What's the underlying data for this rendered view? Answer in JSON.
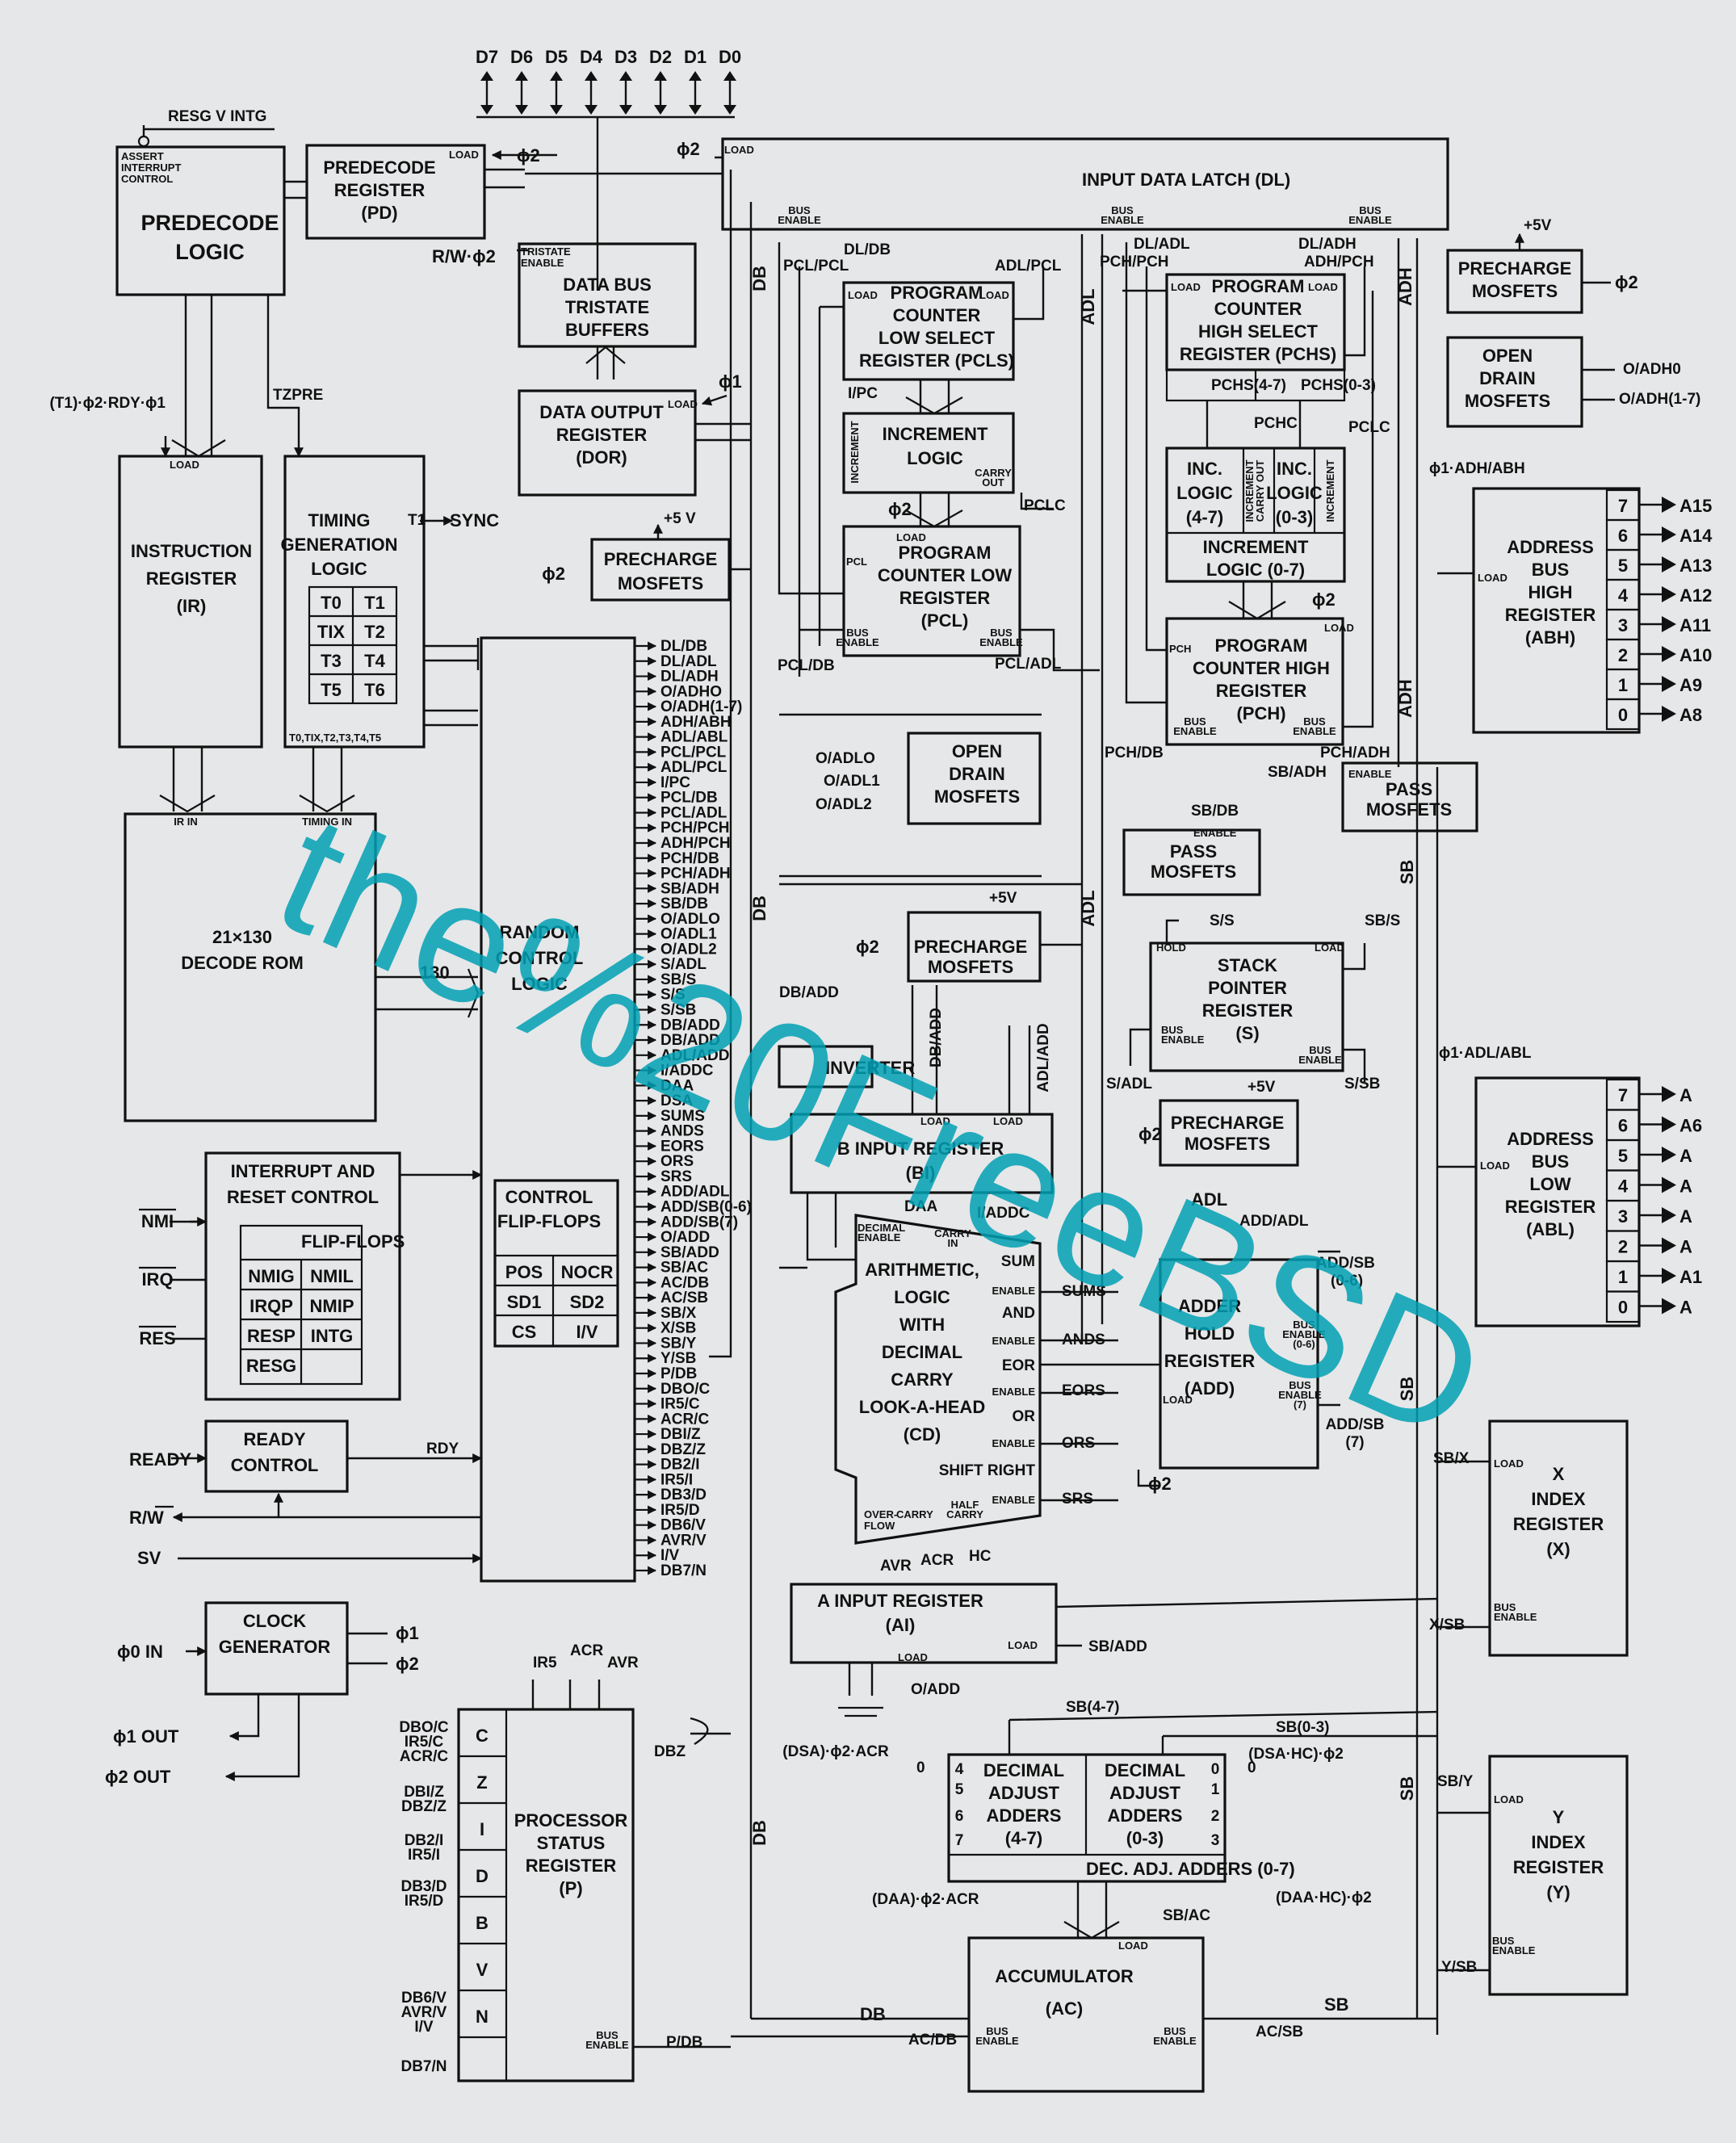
{
  "data_bus": {
    "pins": [
      "D7",
      "D6",
      "D5",
      "D4",
      "D3",
      "D2",
      "D1",
      "D0"
    ]
  },
  "top_inputs": {
    "resg": "RESG V INTG",
    "assert": [
      "ASSERT",
      "INTERRUPT",
      "CONTROL"
    ]
  },
  "blocks": {
    "predecode_logic": [
      "PREDECODE",
      "LOGIC"
    ],
    "predecode_register": [
      "PREDECODE",
      "REGISTER",
      "(PD)"
    ],
    "input_data_latch": "INPUT DATA LATCH (DL)",
    "data_bus_tristate": [
      "DATA BUS",
      "TRISTATE",
      "BUFFERS"
    ],
    "data_output_register": [
      "DATA OUTPUT",
      "REGISTER",
      "(DOR)"
    ],
    "instruction_register": [
      "INSTRUCTION",
      "REGISTER",
      "(IR)"
    ],
    "timing_generation": [
      "TIMING",
      "GENERATION",
      "LOGIC"
    ],
    "timing_cells": [
      "T0",
      "T1",
      "TIX",
      "T2",
      "T3",
      "T4",
      "T5",
      "T6"
    ],
    "timing_bottom": "T0,TIX,T2,T3,T4,T5",
    "decode_rom": [
      "21×130",
      "DECODE ROM"
    ],
    "random_control": [
      "RANDOM",
      "CONTROL",
      "LOGIC"
    ],
    "control_flipflops": [
      "CONTROL",
      "FLIP-FLOPS"
    ],
    "cff_cells": [
      "POS",
      "NOCR",
      "SD1",
      "SD2",
      "CS",
      "I/V"
    ],
    "interrupt_reset": [
      "INTERRUPT AND",
      "RESET CONTROL"
    ],
    "ir_flipflops": "FLIP-FLOPS",
    "ir_cells": [
      "NMIG",
      "NMIL",
      "IRQP",
      "NMIP",
      "RESP",
      "INTG",
      "RESG"
    ],
    "ready_control": [
      "READY",
      "CONTROL"
    ],
    "clock_generator": [
      "CLOCK",
      "GENERATOR"
    ],
    "processor_status": [
      "PROCESSOR",
      "STATUS",
      "REGISTER",
      "(P)"
    ],
    "status_bits": [
      "C",
      "Z",
      "I",
      "D",
      "B",
      "V",
      "N"
    ],
    "precharge_mosfets": [
      "PRECHARGE",
      "MOSFETS"
    ],
    "open_drain_mosfets": [
      "OPEN",
      "DRAIN",
      "MOSFETS"
    ],
    "pass_mosfets": [
      "PASS",
      "MOSFETS"
    ],
    "pcls": [
      "PROGRAM",
      "COUNTER",
      "LOW SELECT",
      "REGISTER (PCLS)"
    ],
    "increment_logic": [
      "INCREMENT",
      "LOGIC"
    ],
    "pcl": [
      "PROGRAM",
      "COUNTER LOW",
      "REGISTER",
      "(PCL)"
    ],
    "pchs": [
      "PROGRAM",
      "COUNTER",
      "HIGH SELECT",
      "REGISTER (PCHS)"
    ],
    "pchs_split": [
      "PCHS(4-7)",
      "PCHS(0-3)"
    ],
    "inc_47": [
      "INC.",
      "LOGIC",
      "(4-7)"
    ],
    "inc_03": [
      "INC.",
      "LOGIC",
      "(0-3)"
    ],
    "inc_07": [
      "INCREMENT",
      "LOGIC (0-7)"
    ],
    "pch": [
      "PROGRAM",
      "COUNTER HIGH",
      "REGISTER",
      "(PCH)"
    ],
    "stack_pointer": [
      "STACK",
      "POINTER",
      "REGISTER",
      "(S)"
    ],
    "b_input": [
      "B INPUT REGISTER",
      "(BI)"
    ],
    "inverter": "INVERTER",
    "alu": [
      "ARITHMETIC,",
      "LOGIC",
      "WITH",
      "DECIMAL",
      "CARRY",
      "LOOK-A-HEAD",
      "(CD)"
    ],
    "alu_ops": [
      "SUM",
      "AND",
      "EOR",
      "OR",
      "SHIFT RIGHT"
    ],
    "adder_hold": [
      "ADDER",
      "HOLD",
      "REGISTER",
      "(ADD)"
    ],
    "a_input": [
      "A INPUT REGISTER",
      "(AI)"
    ],
    "dec_adj_47": [
      "DECIMAL",
      "ADJUST",
      "ADDERS",
      "(4-7)"
    ],
    "dec_adj_03": [
      "DECIMAL",
      "ADJUST",
      "ADDERS",
      "(0-3)"
    ],
    "dec_adj_07": "DEC. ADJ. ADDERS (0-7)",
    "accumulator": [
      "ACCUMULATOR",
      "(AC)"
    ],
    "abh": [
      "ADDRESS",
      "BUS",
      "HIGH",
      "REGISTER",
      "(ABH)"
    ],
    "abl": [
      "ADDRESS",
      "BUS",
      "LOW",
      "REGISTER",
      "(ABL)"
    ],
    "x_index": [
      "X",
      "INDEX",
      "REGISTER",
      "(X)"
    ],
    "y_index": [
      "Y",
      "INDEX",
      "REGISTER",
      "(Y)"
    ]
  },
  "abh_pins": {
    "bits": [
      "7",
      "6",
      "5",
      "4",
      "3",
      "2",
      "1",
      "0"
    ],
    "outs": [
      "A15",
      "A14",
      "A13",
      "A12",
      "A11",
      "A10",
      "A9",
      "A8"
    ]
  },
  "abl_pins": {
    "bits": [
      "7",
      "6",
      "5",
      "4",
      "3",
      "2",
      "1",
      "0"
    ],
    "outs": [
      "A",
      "A6",
      "A",
      "A",
      "A",
      "A",
      "A1",
      "A"
    ]
  },
  "control_signals": [
    "DL/DB",
    "DL/ADL",
    "DL/ADH",
    "O/ADHO",
    "O/ADH(1-7)",
    "ADH/ABH",
    "ADL/ABL",
    "PCL/PCL",
    "ADL/PCL",
    "I/PC",
    "PCL/DB",
    "PCL/ADL",
    "PCH/PCH",
    "ADH/PCH",
    "PCH/DB",
    "PCH/ADH",
    "SB/ADH",
    "SB/DB",
    "O/ADLO",
    "O/ADL1",
    "O/ADL2",
    "S/ADL",
    "SB/S",
    "S/S",
    "S/SB",
    "DB/ADD",
    "DB/ADD",
    "ADL/ADD",
    "I/ADDC",
    "DAA",
    "DSA",
    "SUMS",
    "ANDS",
    "EORS",
    "ORS",
    "SRS",
    "ADD/ADL",
    "ADD/SB(0-6)",
    "ADD/SB(7)",
    "O/ADD",
    "SB/ADD",
    "SB/AC",
    "AC/DB",
    "AC/SB",
    "SB/X",
    "X/SB",
    "SB/Y",
    "Y/SB",
    "P/DB",
    "DBO/C",
    "IR5/C",
    "ACR/C",
    "DBI/Z",
    "DBZ/Z",
    "DB2/I",
    "IR5/I",
    "DB3/D",
    "IR5/D",
    "DB6/V",
    "AVR/V",
    "I/V",
    "DB7/N"
  ],
  "pins_left": {
    "nmi": "NMI",
    "irq": "IRQ",
    "res": "RES",
    "ready": "READY",
    "rw": "R/W",
    "sv": "SV",
    "phi0_in": "ϕ0 IN",
    "phi1_out": "ϕ1 OUT",
    "phi2_out": "ϕ2 OUT"
  },
  "labels": {
    "load": "LOAD",
    "bus_enable": "BUS ENABLE",
    "phi1": "ϕ1",
    "phi2": "ϕ2",
    "plus5v": "+5V",
    "plus5v_spaced": "+5 V",
    "rw_phi2": "R/W·ϕ2",
    "tristate_enable": [
      "TRISTATE",
      "ENABLE"
    ],
    "t1_rdy": "(T1)·ϕ2·RDY·ϕ1",
    "tzpre": "TZPRE",
    "sync": "SYNC",
    "t1": "T1",
    "ir_in": "IR IN",
    "timing_in": "TIMING IN",
    "n130": "130",
    "rdy": "RDY",
    "db": "DB",
    "adl": "ADL",
    "adh": "ADH",
    "sb": "SB",
    "o_adh0": "O/ADH0",
    "o_adh17": "O/ADH(1-7)",
    "phi1_adh_abh": "ϕ1·ADH/ABH",
    "phi1_adl_abl": "ϕ1·ADL/ABL",
    "pchc": "PCHC",
    "pclc": "PCLC",
    "carry_out": [
      "CARRY",
      "OUT"
    ],
    "increment_v": "INCREMENT",
    "incr_carry_out": [
      "INCREMENT",
      "CARRY OUT"
    ],
    "decimal_enable": [
      "DECIMAL",
      "ENABLE"
    ],
    "carry_in": [
      "CARRY",
      "IN"
    ],
    "enable": "ENABLE",
    "hold": "HOLD",
    "overflow": [
      "OVER-",
      "FLOW"
    ],
    "carry": "CARRY",
    "half_carry": [
      "HALF",
      "CARRY"
    ],
    "avr": "AVR",
    "acr": "ACR",
    "hc": "HC",
    "ir5": "IR5",
    "dbz": "DBZ",
    "dsa_acr": "(DSA)·ϕ2·ACR",
    "dsahc": "(DSA·HC)·ϕ2",
    "daa_acr": "(DAA)·ϕ2·ACR",
    "daa_hc": "(DAA·HC)·ϕ2",
    "sb47": "SB(4-7)",
    "sb03": "SB(0-3)",
    "dig": [
      "0",
      "1",
      "2",
      "3",
      "4",
      "5",
      "6",
      "7"
    ],
    "add_sb06": "ADD/SB (0-6)",
    "add_sb7": [
      "ADD/SB",
      "(7)"
    ],
    "bus_enable_06": [
      "BUS",
      "ENABLE",
      "(0-6)"
    ],
    "bus_enable_7": [
      "BUS",
      "ENABLE",
      "(7)"
    ],
    "pcl_side": "PCL",
    "pch_side": "PCH"
  },
  "watermark": "the%20FreeBSD"
}
